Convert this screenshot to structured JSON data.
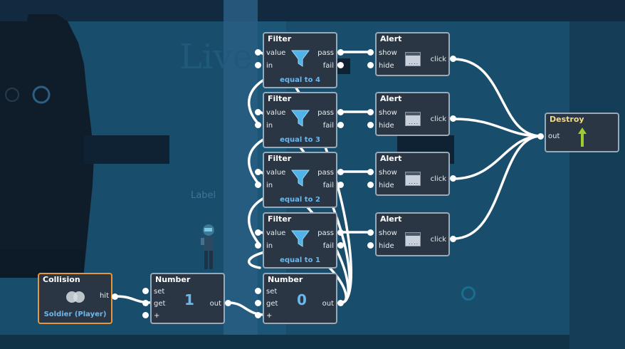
{
  "background": {
    "ghost_text": "Live",
    "ghost_label": "Label"
  },
  "nodes": {
    "filters": [
      {
        "title": "Filter",
        "value_port": "value",
        "in_port": "in",
        "pass_port": "pass",
        "fail_port": "fail",
        "condition": "equal to 4"
      },
      {
        "title": "Filter",
        "value_port": "value",
        "in_port": "in",
        "pass_port": "pass",
        "fail_port": "fail",
        "condition": "equal to 3"
      },
      {
        "title": "Filter",
        "value_port": "value",
        "in_port": "in",
        "pass_port": "pass",
        "fail_port": "fail",
        "condition": "equal to 2"
      },
      {
        "title": "Filter",
        "value_port": "value",
        "in_port": "in",
        "pass_port": "pass",
        "fail_port": "fail",
        "condition": "equal to 1"
      }
    ],
    "alerts": [
      {
        "title": "Alert",
        "show_port": "show",
        "hide_port": "hide",
        "click_port": "click"
      },
      {
        "title": "Alert",
        "show_port": "show",
        "hide_port": "hide",
        "click_port": "click"
      },
      {
        "title": "Alert",
        "show_port": "show",
        "hide_port": "hide",
        "click_port": "click"
      },
      {
        "title": "Alert",
        "show_port": "show",
        "hide_port": "hide",
        "click_port": "click"
      }
    ],
    "destroy": {
      "title": "Destroy",
      "out_port": "out"
    },
    "collision": {
      "title": "Collision",
      "hit_port": "hit",
      "target": "Soldier (Player)"
    },
    "number1": {
      "title": "Number",
      "set_port": "set",
      "get_port": "get",
      "plus_port": "+",
      "out_port": "out",
      "value": "1"
    },
    "number2": {
      "title": "Number",
      "set_port": "set",
      "get_port": "get",
      "plus_port": "+",
      "out_port": "out",
      "value": "0"
    }
  },
  "colors": {
    "node_bg": "#2b3644",
    "node_border": "#9aa8b8",
    "selected_border": "#e8963c",
    "accent_blue": "#6ab8f0",
    "destroy_arrow": "#9ccc2e"
  }
}
